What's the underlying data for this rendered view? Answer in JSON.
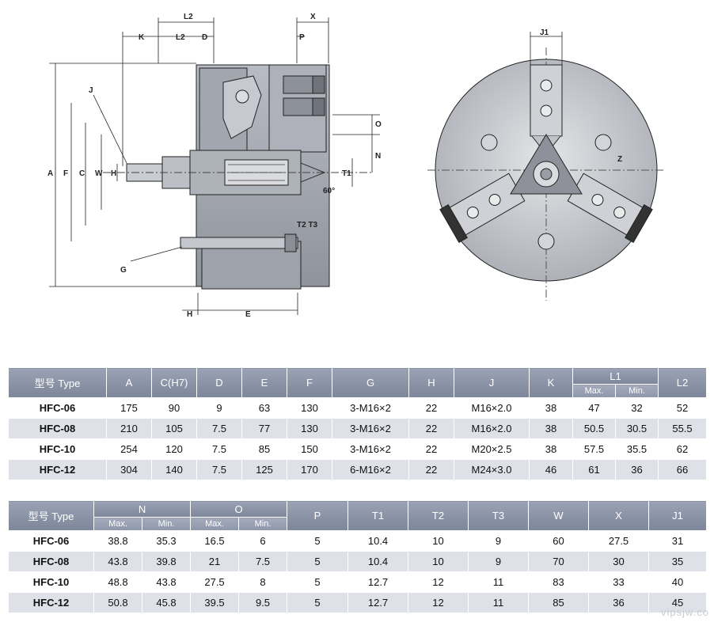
{
  "drawing": {
    "labels": {
      "L2_top": "L2",
      "X": "X",
      "K": "K",
      "L2_mid": "L2",
      "D": "D",
      "P": "P",
      "J": "J",
      "A": "A",
      "F": "F",
      "C": "C",
      "W": "W",
      "H_left": "H",
      "O": "O",
      "N": "N",
      "T1": "T1",
      "angle": "60°",
      "T2T3": "T2  T3",
      "G": "G",
      "H_bottom": "H",
      "E": "E",
      "J1": "J1",
      "Z": "Z"
    }
  },
  "table1": {
    "headers": {
      "type": "型号 Type",
      "A": "A",
      "C": "C(H7)",
      "D": "D",
      "E": "E",
      "F": "F",
      "G": "G",
      "H": "H",
      "J": "J",
      "K": "K",
      "L1": "L1",
      "L1_max": "Max.",
      "L1_min": "Min.",
      "L2": "L2"
    },
    "rows": [
      [
        "HFC-06",
        "175",
        "90",
        "9",
        "63",
        "130",
        "3-M16×2",
        "22",
        "M16×2.0",
        "38",
        "47",
        "32",
        "52"
      ],
      [
        "HFC-08",
        "210",
        "105",
        "7.5",
        "77",
        "130",
        "3-M16×2",
        "22",
        "M16×2.0",
        "38",
        "50.5",
        "30.5",
        "55.5"
      ],
      [
        "HFC-10",
        "254",
        "120",
        "7.5",
        "85",
        "150",
        "3-M16×2",
        "22",
        "M20×2.5",
        "38",
        "57.5",
        "35.5",
        "62"
      ],
      [
        "HFC-12",
        "304",
        "140",
        "7.5",
        "125",
        "170",
        "6-M16×2",
        "22",
        "M24×3.0",
        "46",
        "61",
        "36",
        "66"
      ]
    ]
  },
  "table2": {
    "headers": {
      "type": "型号 Type",
      "N": "N",
      "N_max": "Max.",
      "N_min": "Min.",
      "O": "O",
      "O_max": "Max.",
      "O_min": "Min.",
      "P": "P",
      "T1": "T1",
      "T2": "T2",
      "T3": "T3",
      "W": "W",
      "X": "X",
      "J1": "J1"
    },
    "rows": [
      [
        "HFC-06",
        "38.8",
        "35.3",
        "16.5",
        "6",
        "5",
        "10.4",
        "10",
        "9",
        "60",
        "27.5",
        "31"
      ],
      [
        "HFC-08",
        "43.8",
        "39.8",
        "21",
        "7.5",
        "5",
        "10.4",
        "10",
        "9",
        "70",
        "30",
        "35"
      ],
      [
        "HFC-10",
        "48.8",
        "43.8",
        "27.5",
        "8",
        "5",
        "12.7",
        "12",
        "11",
        "83",
        "33",
        "40"
      ],
      [
        "HFC-12",
        "50.8",
        "45.8",
        "39.5",
        "9.5",
        "5",
        "12.7",
        "12",
        "11",
        "85",
        "36",
        "45"
      ]
    ]
  },
  "watermark": "vipsjw.co"
}
